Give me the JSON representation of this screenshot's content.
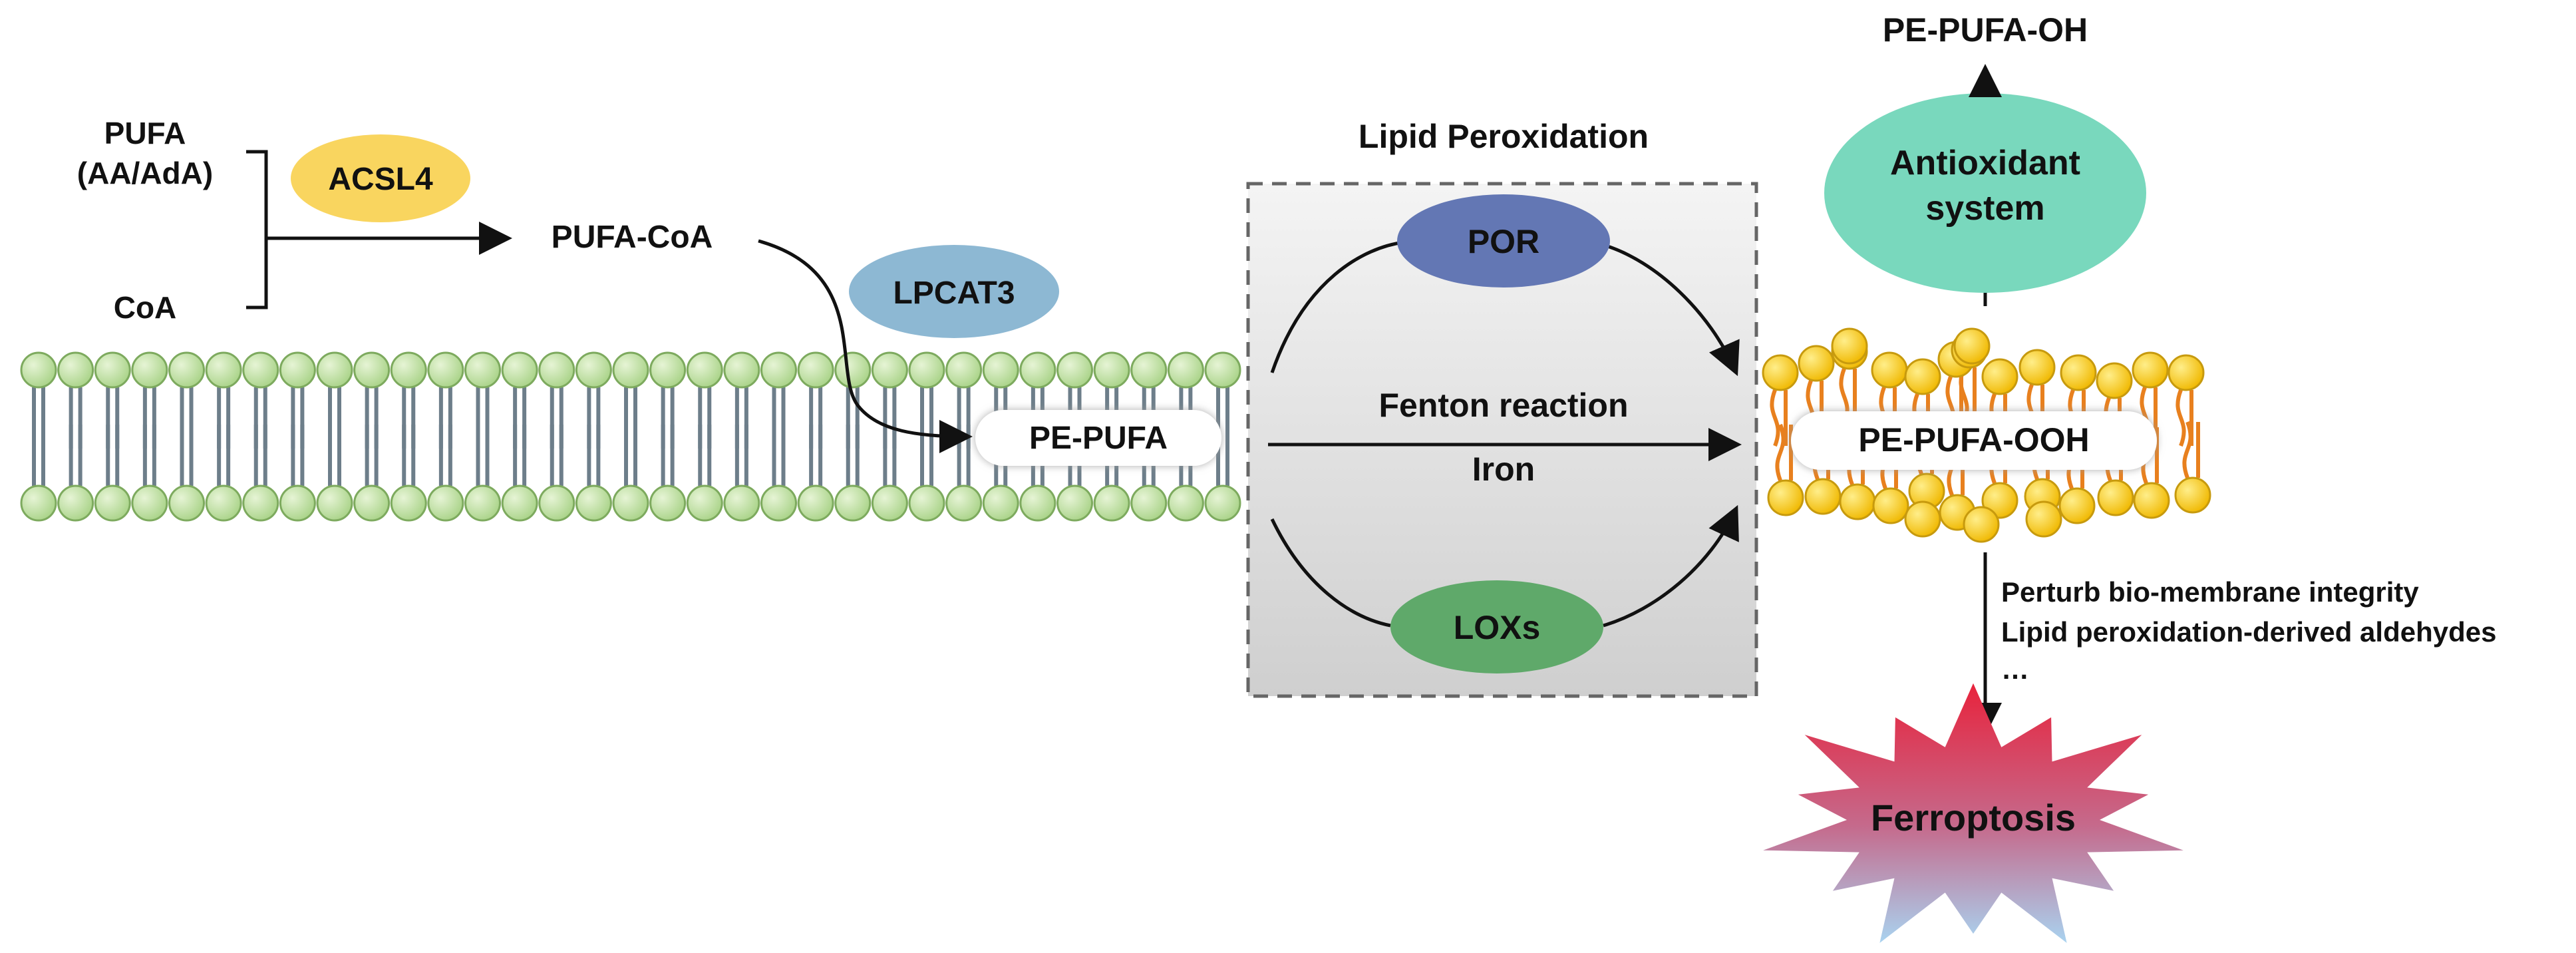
{
  "labels": {
    "pufa": "PUFA",
    "pufa_sub": "(AA/AdA)",
    "coa": "CoA",
    "acsl4": "ACSL4",
    "pufa_coa": "PUFA-CoA",
    "lpcat3": "LPCAT3",
    "pe_pufa": "PE-PUFA",
    "lipid_peroxidation": "Lipid Peroxidation",
    "por": "POR",
    "fenton": "Fenton reaction",
    "iron": "Iron",
    "loxs": "LOXs",
    "pe_pufa_ooh": "PE-PUFA-OOH",
    "antioxidant_line1": "Antioxidant",
    "antioxidant_line2": "system",
    "pe_pufa_oh": "PE-PUFA-OH",
    "consequence_1": "Perturb bio-membrane integrity",
    "consequence_2": "Lipid peroxidation-derived aldehydes",
    "consequence_3": "…",
    "ferroptosis": "Ferroptosis"
  },
  "colors": {
    "acsl4": "#F9D55F",
    "lpcat3": "#8DB8D3",
    "por": "#6377B4",
    "loxs": "#5FA96A",
    "antioxidant": "#79D8BD",
    "normal_head": "#BFE0A0",
    "normal_head_stroke": "#7DAA5E",
    "normal_tail": "#6D7E8A",
    "oxidized_head": "#F7C51E",
    "oxidized_head_stroke": "#C79A0E",
    "oxidized_tail": "#E8801E",
    "box_fill": "#DCDCDC",
    "box_stroke": "#666666"
  }
}
